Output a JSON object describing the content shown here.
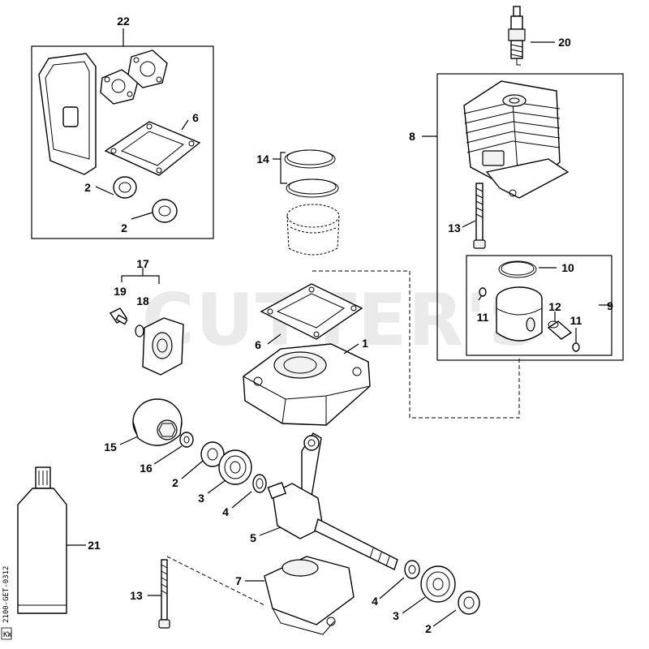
{
  "watermark": "CUTTER'S",
  "side_code": "2100-GET-0312",
  "side_box": "KW",
  "callouts": [
    "22",
    "20",
    "6",
    "8",
    "14",
    "2",
    "2",
    "13",
    "17",
    "10",
    "19",
    "18",
    "11",
    "12",
    "11",
    "9",
    "6",
    "1",
    "15",
    "16",
    "2",
    "3",
    "4",
    "5",
    "21",
    "7",
    "13",
    "4",
    "3",
    "2"
  ]
}
